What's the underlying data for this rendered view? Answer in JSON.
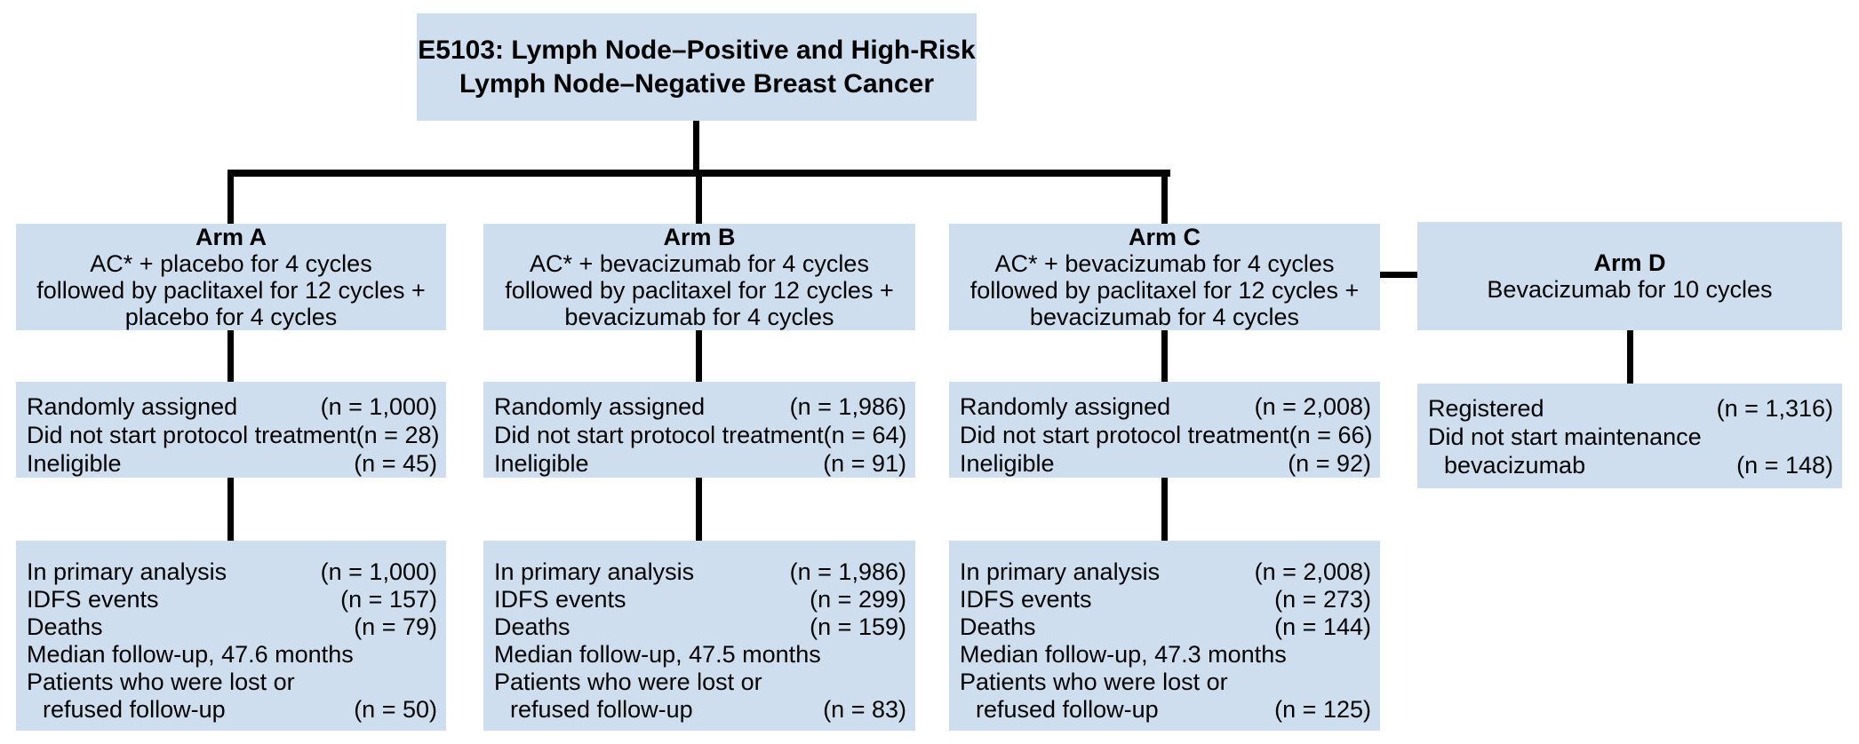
{
  "title": {
    "line1": "E5103: Lymph Node–Positive and High-Risk",
    "line2": "Lymph Node–Negative Breast Cancer"
  },
  "colors": {
    "box_fill": "#cedeef",
    "line": "#000000",
    "text": "#000000",
    "background": "#ffffff"
  },
  "arms": [
    {
      "name": "Arm A",
      "regimen": [
        "AC* + placebo for 4 cycles",
        "followed by paclitaxel for 12 cycles +",
        "placebo for 4 cycles"
      ],
      "enrollment": {
        "rows": [
          {
            "label": "Randomly assigned",
            "value": "(n = 1,000)"
          },
          {
            "label": "Did not start protocol treatment",
            "value": "(n = 28)"
          },
          {
            "label": "Ineligible",
            "value": "(n = 45)"
          }
        ]
      },
      "analysis": {
        "rows": [
          {
            "label": "In primary analysis",
            "value": "(n = 1,000)"
          },
          {
            "label": "IDFS events",
            "value": "(n = 157)"
          },
          {
            "label": "Deaths",
            "value": "(n = 79)"
          },
          {
            "label": "Median follow-up, 47.6 months",
            "value": ""
          },
          {
            "label": "Patients who were lost or",
            "value": ""
          },
          {
            "label": "refused follow-up",
            "value": "(n = 50)"
          }
        ]
      }
    },
    {
      "name": "Arm B",
      "regimen": [
        "AC* + bevacizumab for 4 cycles",
        "followed by paclitaxel for 12 cycles +",
        "bevacizumab for 4 cycles"
      ],
      "enrollment": {
        "rows": [
          {
            "label": "Randomly assigned",
            "value": "(n = 1,986)"
          },
          {
            "label": "Did not start protocol treatment",
            "value": "(n = 64)"
          },
          {
            "label": "Ineligible",
            "value": "(n = 91)"
          }
        ]
      },
      "analysis": {
        "rows": [
          {
            "label": "In primary analysis",
            "value": "(n = 1,986)"
          },
          {
            "label": "IDFS events",
            "value": "(n = 299)"
          },
          {
            "label": "Deaths",
            "value": "(n = 159)"
          },
          {
            "label": "Median follow-up, 47.5 months",
            "value": ""
          },
          {
            "label": "Patients who were lost or",
            "value": ""
          },
          {
            "label": "refused follow-up",
            "value": "(n = 83)"
          }
        ]
      }
    },
    {
      "name": "Arm C",
      "regimen": [
        "AC* + bevacizumab for 4 cycles",
        "followed by paclitaxel for 12 cycles +",
        "bevacizumab for 4 cycles"
      ],
      "enrollment": {
        "rows": [
          {
            "label": "Randomly assigned",
            "value": "(n = 2,008)"
          },
          {
            "label": "Did not start protocol treatment",
            "value": "(n = 66)"
          },
          {
            "label": "Ineligible",
            "value": "(n = 92)"
          }
        ]
      },
      "analysis": {
        "rows": [
          {
            "label": "In primary analysis",
            "value": "(n = 2,008)"
          },
          {
            "label": "IDFS events",
            "value": "(n = 273)"
          },
          {
            "label": "Deaths",
            "value": "(n = 144)"
          },
          {
            "label": "Median follow-up, 47.3 months",
            "value": ""
          },
          {
            "label": "Patients who were lost or",
            "value": ""
          },
          {
            "label": "refused follow-up",
            "value": "(n = 125)"
          }
        ]
      }
    },
    {
      "name": "Arm D",
      "regimen": [
        "Bevacizumab for 10 cycles"
      ],
      "enrollment": {
        "rows": [
          {
            "label": "Registered",
            "value": "(n = 1,316)"
          },
          {
            "label": "Did not start maintenance",
            "value": ""
          },
          {
            "label": "bevacizumab",
            "value": "(n = 148)"
          }
        ]
      }
    }
  ]
}
